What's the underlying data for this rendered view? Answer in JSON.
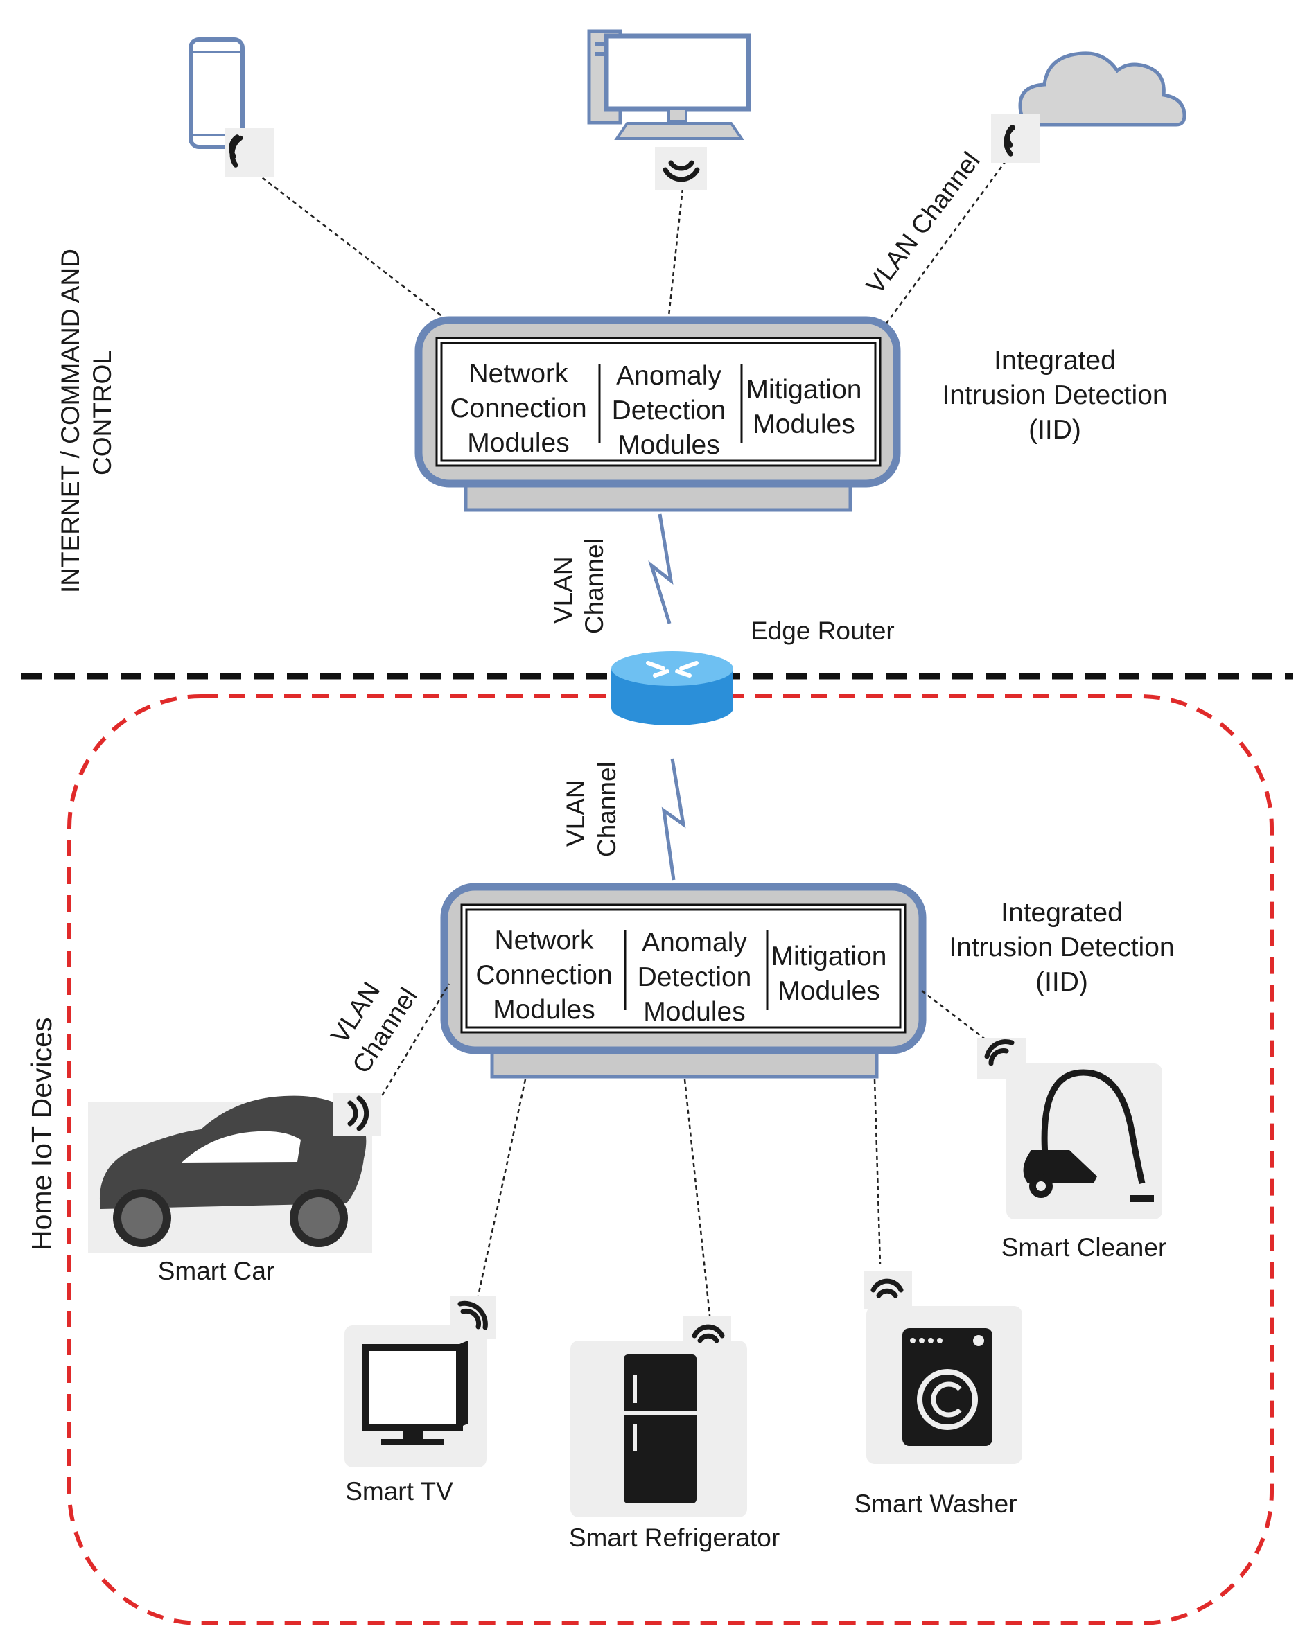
{
  "zones": {
    "internet_label_line1": "INTERNET / COMMAND AND",
    "internet_label_line2": "CONTROL",
    "home_label": "Home IoT Devices"
  },
  "iid_top": {
    "modules": {
      "network": [
        "Network",
        "Connection",
        "Modules"
      ],
      "anomaly": [
        "Anomaly",
        "Detection",
        "Modules"
      ],
      "mitigation": [
        "Mitigation",
        "Modules"
      ]
    },
    "caption": [
      "Integrated",
      "Intrusion Detection",
      "(IID)"
    ]
  },
  "iid_bottom": {
    "modules": {
      "network": [
        "Network",
        "Connection",
        "Modules"
      ],
      "anomaly": [
        "Anomaly",
        "Detection",
        "Modules"
      ],
      "mitigation": [
        "Mitigation",
        "Modules"
      ]
    },
    "caption": [
      "Integrated",
      "Intrusion Detection",
      "(IID)"
    ]
  },
  "channels": {
    "cloud_link": "VLAN Channel",
    "top_link": [
      "VLAN",
      "Channel"
    ],
    "bottom_link": [
      "VLAN",
      "Channel"
    ],
    "car_link": [
      "VLAN",
      "Channel"
    ]
  },
  "router": {
    "label": "Edge Router"
  },
  "devices": {
    "car": "Smart Car",
    "tv": "Smart TV",
    "fridge": "Smart Refrigerator",
    "washer": "Smart Washer",
    "cleaner": "Smart Cleaner"
  },
  "top_devices": [
    "smartphone-icon",
    "desktop-computer-icon",
    "cloud-icon"
  ],
  "colors": {
    "iid_frame": "#6a86b6",
    "iid_fill": "#c9c9c9",
    "router_blue": "#2b8fd9",
    "home_boundary": "#e02a2a",
    "zone_divider": "#111111",
    "cloud_fill": "#d4d4d4",
    "cloud_stroke": "#6a86b6"
  }
}
